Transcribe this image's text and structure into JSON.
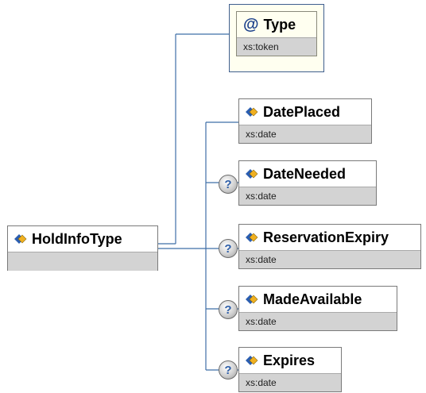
{
  "root": {
    "name": "HoldInfoType"
  },
  "attribute": {
    "symbol": "@",
    "name": "Type",
    "type": "xs:token"
  },
  "optional_symbol": "?",
  "elements": [
    {
      "name": "DatePlaced",
      "type": "xs:date",
      "optional": false
    },
    {
      "name": "DateNeeded",
      "type": "xs:date",
      "optional": true
    },
    {
      "name": "ReservationExpiry",
      "type": "xs:date",
      "optional": true
    },
    {
      "name": "MadeAvailable",
      "type": "xs:date",
      "optional": true
    },
    {
      "name": "Expires",
      "type": "xs:date",
      "optional": true
    }
  ],
  "colors": {
    "connector": "#3f6fa8",
    "type_bar": "#d3d3d3",
    "attribute_frame": "#fffff0"
  }
}
